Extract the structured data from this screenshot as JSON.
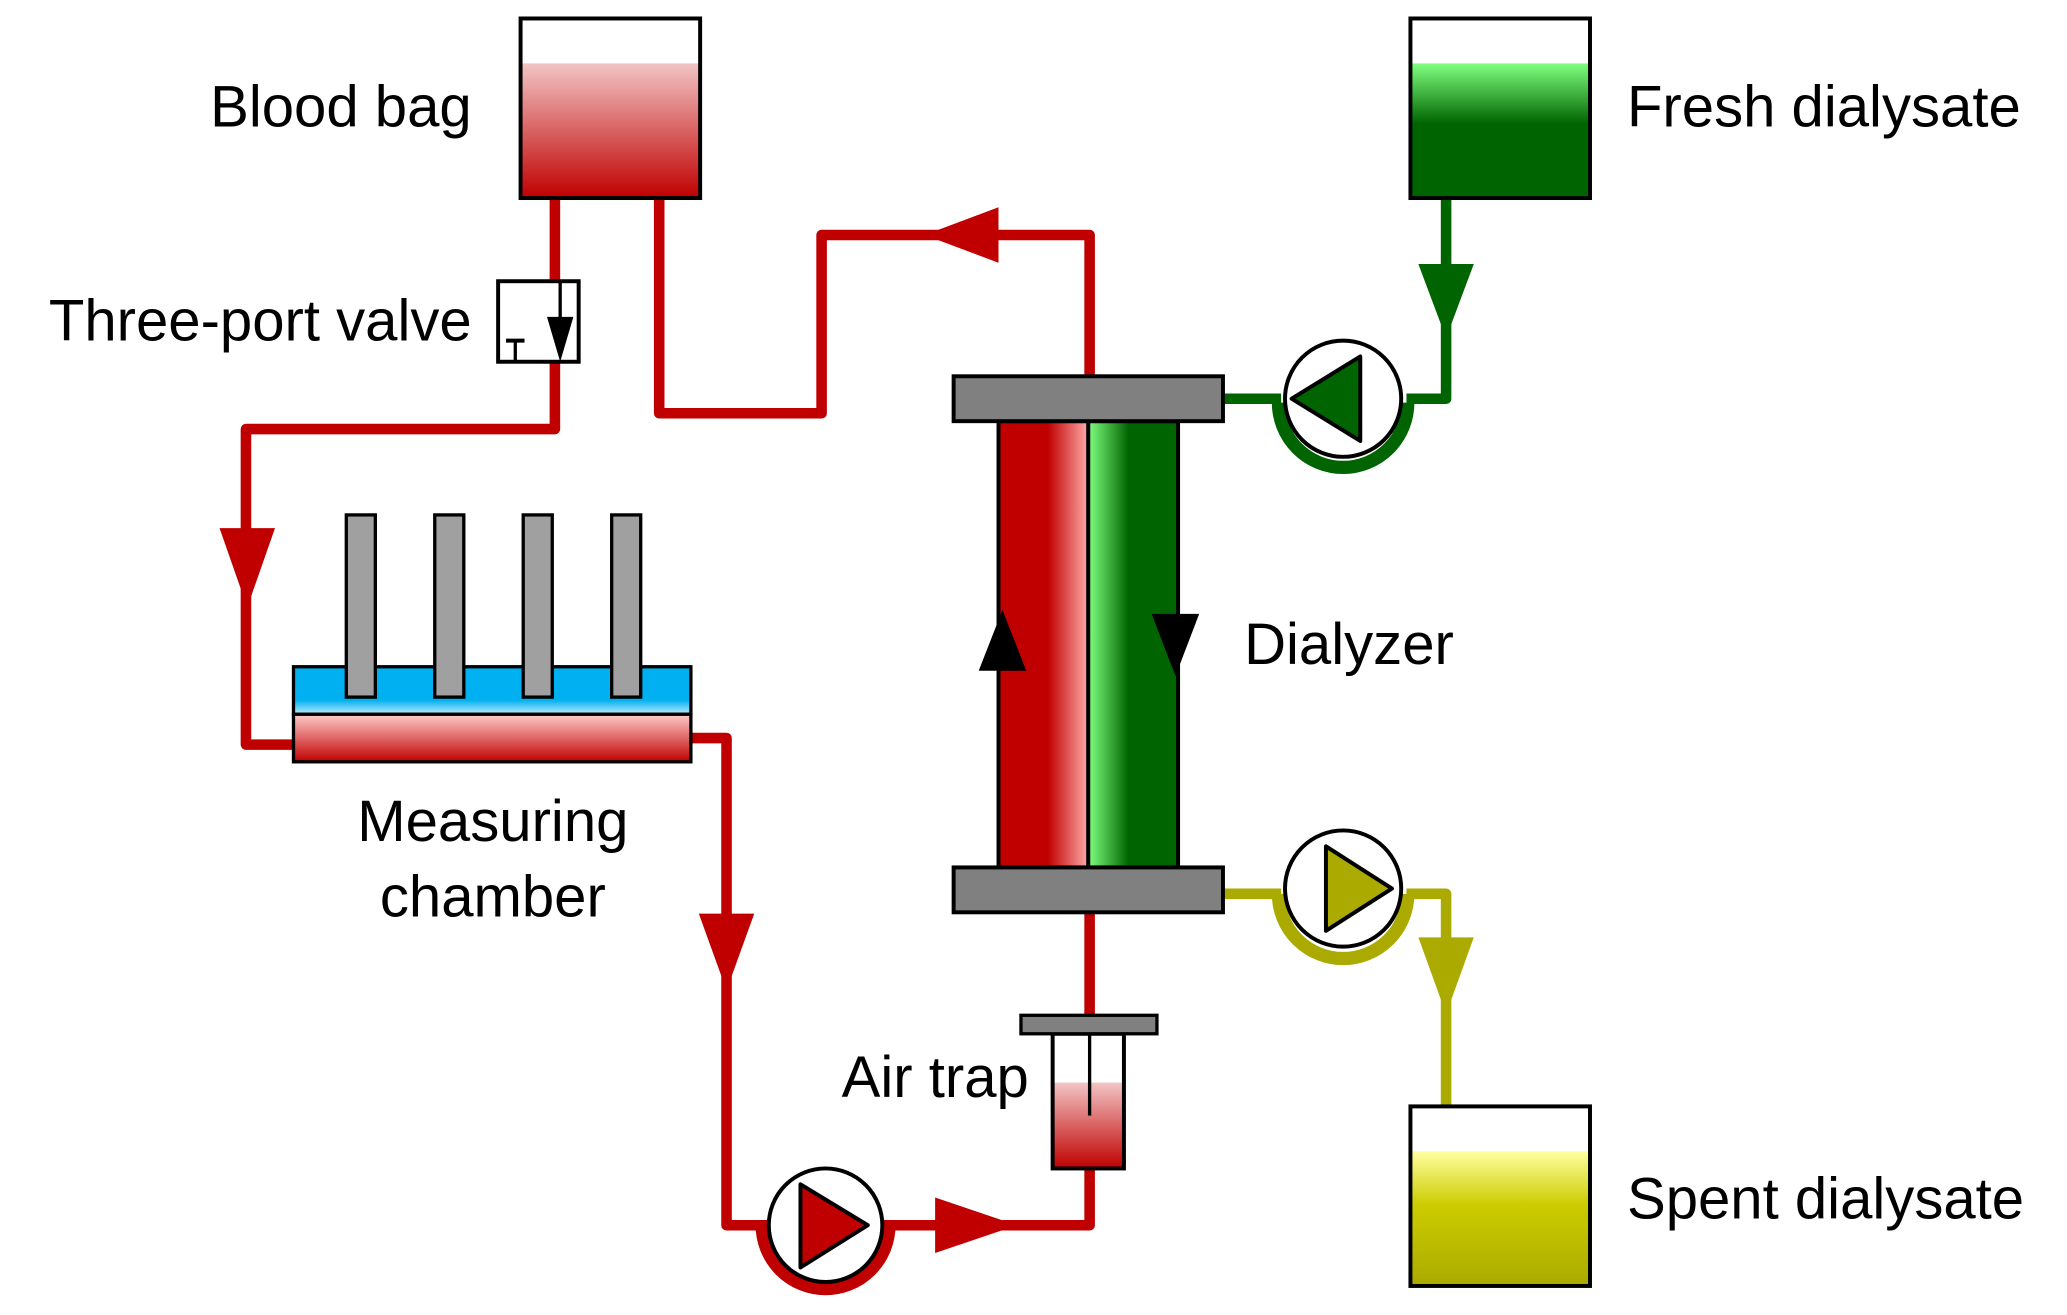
{
  "labels": {
    "blood_bag": "Blood bag",
    "three_port_valve": "Three-port valve",
    "measuring_chamber_line1": "Measuring",
    "measuring_chamber_line2": "chamber",
    "air_trap": "Air trap",
    "dialyzer": "Dialyzer",
    "fresh_dialysate": "Fresh dialysate",
    "spent_dialysate": "Spent dialysate"
  },
  "colors": {
    "blood": "#c00000",
    "fresh_dialysate": "#006400",
    "spent_dialysate": "#aaaa00",
    "housing": "#808080",
    "measuring_fluid": "#00b0f0"
  }
}
